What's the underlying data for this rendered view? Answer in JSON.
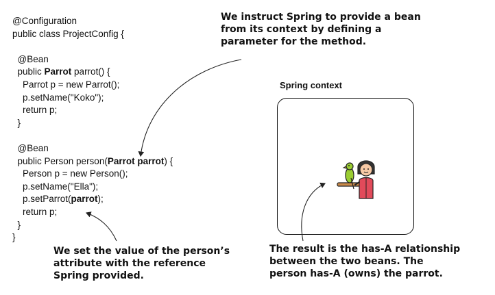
{
  "code": {
    "lines": [
      [
        {
          "t": "@Configuration"
        }
      ],
      [
        {
          "t": "public class ProjectConfig {"
        }
      ],
      [
        {
          "t": ""
        }
      ],
      [
        {
          "t": "  @Bean"
        }
      ],
      [
        {
          "t": "  public "
        },
        {
          "t": "Parrot",
          "b": true
        },
        {
          "t": " parrot() {"
        }
      ],
      [
        {
          "t": "    Parrot p = new Parrot();"
        }
      ],
      [
        {
          "t": "    p.setName(\"Koko\");"
        }
      ],
      [
        {
          "t": "    return p;"
        }
      ],
      [
        {
          "t": "  }"
        }
      ],
      [
        {
          "t": ""
        }
      ],
      [
        {
          "t": "  @Bean"
        }
      ],
      [
        {
          "t": "  public Person person("
        },
        {
          "t": "Parrot parrot",
          "b": true
        },
        {
          "t": ") {"
        }
      ],
      [
        {
          "t": "    Person p = new Person();"
        }
      ],
      [
        {
          "t": "    p.setName(\"Ella\");"
        }
      ],
      [
        {
          "t": "    p.setParrot("
        },
        {
          "t": "parrot",
          "b": true
        },
        {
          "t": ");"
        }
      ],
      [
        {
          "t": "    return p;"
        }
      ],
      [
        {
          "t": "  }"
        }
      ],
      [
        {
          "t": "}"
        }
      ]
    ]
  },
  "annotations": {
    "top": "We instruct Spring to provide a bean from its context by defining a parameter for the method.",
    "left": "We set the value of the person’s attribute with the reference Spring provided.",
    "right": "The result is the has-A relationship between the two beans. The person has-A (owns) the parrot."
  },
  "context": {
    "label": "Spring context",
    "icon": "person-with-parrot-icon"
  }
}
